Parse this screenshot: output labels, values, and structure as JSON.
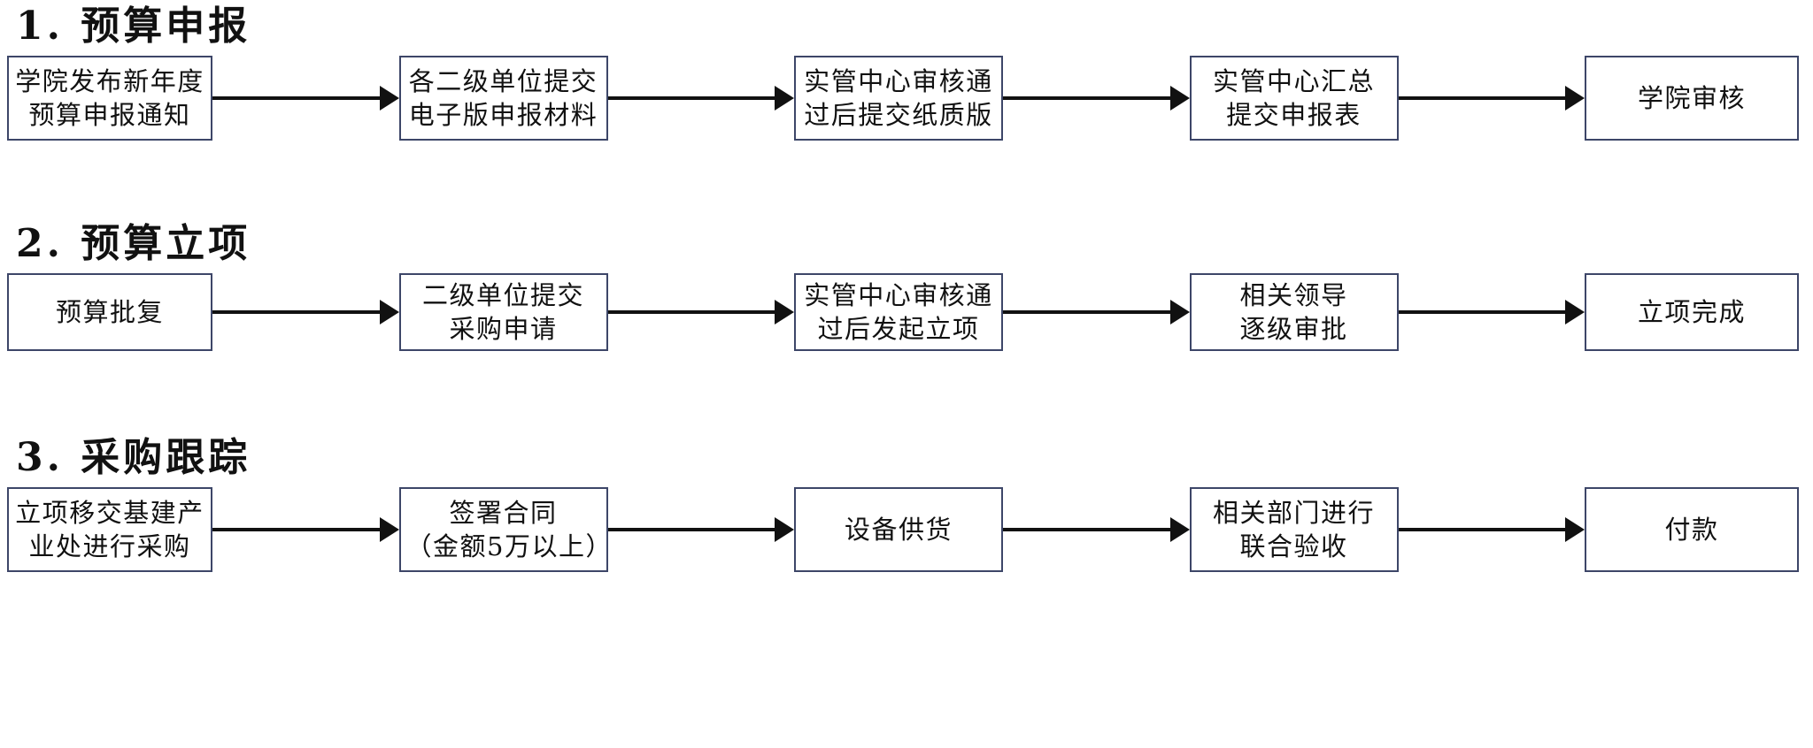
{
  "document": {
    "type": "flowchart",
    "orientation": "horizontal",
    "background_color": "#ffffff",
    "box_border_color": "#3d4668",
    "arrow_color": "#111111",
    "text_color": "#111111"
  },
  "sections": [
    {
      "heading": "1. 预算申报",
      "steps": [
        {
          "label": "学院发布新年度\n预算申报通知"
        },
        {
          "label": "各二级单位提交\n电子版申报材料"
        },
        {
          "label": "实管中心审核通\n过后提交纸质版"
        },
        {
          "label": "实管中心汇总\n提交申报表"
        },
        {
          "label": "学院审核"
        }
      ],
      "connector_labels": [
        "",
        "",
        "",
        ""
      ]
    },
    {
      "heading": "2. 预算立项",
      "steps": [
        {
          "label": "预算批复"
        },
        {
          "label": "二级单位提交\n采购申请"
        },
        {
          "label": "实管中心审核通\n过后发起立项"
        },
        {
          "label": "相关领导\n逐级审批"
        },
        {
          "label": "立项完成"
        }
      ],
      "connector_labels": [
        "",
        "",
        "",
        ""
      ]
    },
    {
      "heading": "3. 采购跟踪",
      "steps": [
        {
          "label": "立项移交基建产\n业处进行采购"
        },
        {
          "label": "签署合同\n（金额5万以上）"
        },
        {
          "label": "设备供货"
        },
        {
          "label": "相关部门进行\n联合验收"
        },
        {
          "label": "付款"
        }
      ],
      "connector_labels": [
        "",
        "",
        "",
        ""
      ]
    }
  ],
  "icons": {
    "arrow": "arrow-right-icon"
  }
}
